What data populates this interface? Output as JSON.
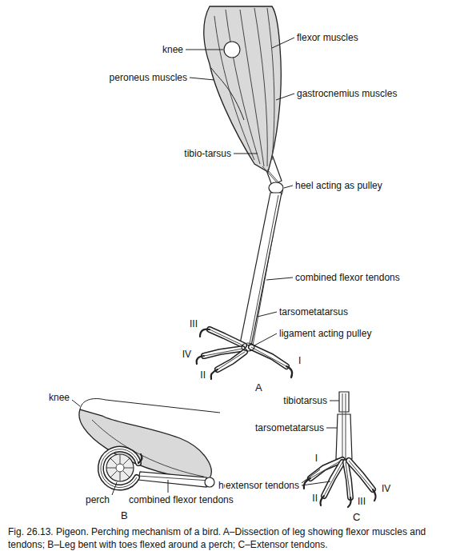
{
  "diagram": {
    "caption": "Fig. 26.13. Pigeon. Perching mechanism of a bird. A–Dissection of leg showing flexor muscles and tendons; B–Leg bent with toes flexed around a perch; C–Extensor tendons.",
    "labels": [
      "knee",
      "flexor muscles",
      "peroneus muscles",
      "gastrocnemius muscles",
      "tibio-tarsus",
      "heel acting as pulley",
      "combined flexor tendons",
      "tarsometatarsus",
      "ligament acting pulley",
      "III",
      "IV",
      "II",
      "I",
      "A",
      "knee",
      "heel",
      "perch",
      "combined flexor tendons",
      "B",
      "tibiotarsus",
      "tarsometatarsus",
      "I",
      "extensor tendons",
      "II",
      "III",
      "IV",
      "C"
    ]
  }
}
